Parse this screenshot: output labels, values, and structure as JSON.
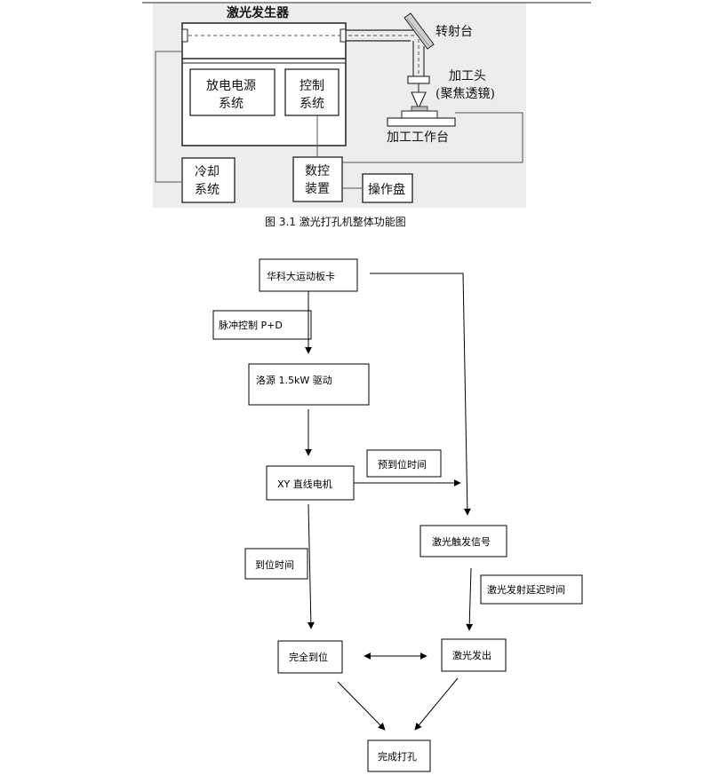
{
  "figure1": {
    "laser_generator": "激光发生器",
    "power_line1": "放电电源",
    "power_line2": "系统",
    "control_line1": "控制",
    "control_line2": "系统",
    "turn_table": "转射台",
    "head_line1": "加工头",
    "head_line2": "(聚焦透镜)",
    "work_table": "加工工作台",
    "cooling_line1": "冷却",
    "cooling_line2": "系统",
    "cnc_line1": "数控",
    "cnc_line2": "装置",
    "panel": "操作盘",
    "caption": "图 3.1  激光打孔机整体功能图"
  },
  "flowchart": {
    "motion_card": "华科大运动板卡",
    "pulse_control": "脉冲控制 P+D",
    "servo_drive": "洛源 1.5kW 驱动",
    "xy_motor": "XY 直线电机",
    "pre_arrival": "预到位时间",
    "laser_trigger": "激光触发信号",
    "arrival_time": "到位时间",
    "laser_delay": "激光发射延迟时间",
    "fully_arrived": "完全到位",
    "laser_emit": "激光发出",
    "drill_done": "完成打孔"
  }
}
